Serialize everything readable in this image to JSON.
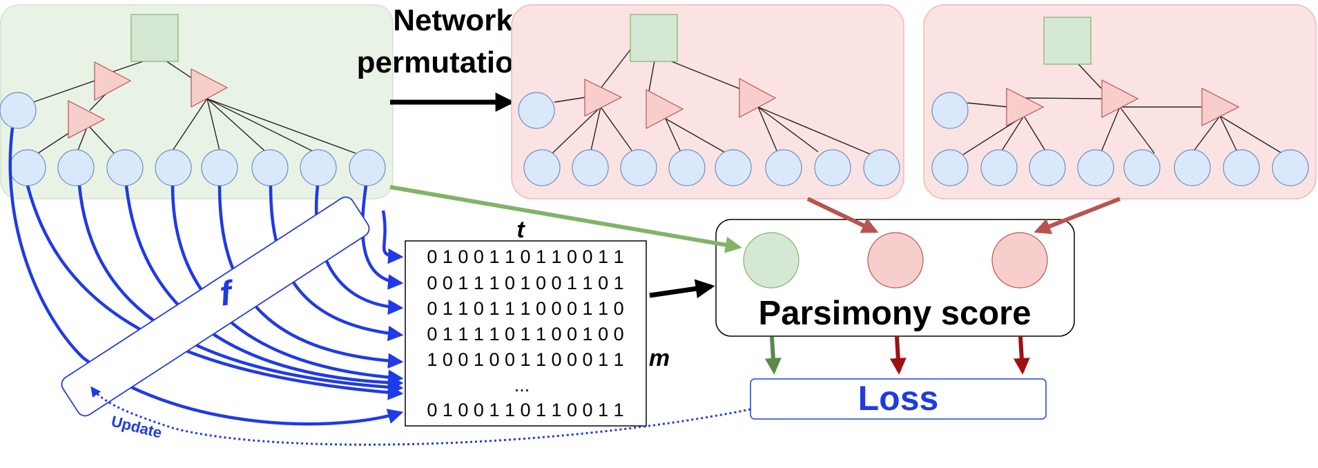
{
  "header": {
    "title_line1": "Network",
    "title_line2": "permutations"
  },
  "matrix": {
    "t_label": "t",
    "m_label": "m",
    "rows": [
      "0 1 0 0 1 1 0 1 1 0 0 1 1",
      "0 0 1 1 1 0 1 0 0 1 1 0 1",
      "0 1 1 0 1 1 1 0 0 0 1 1 0",
      "0 1 1 1 1 0 1 1 0 0 1 0 0",
      "1 0 0 1 0 0 1 1 0 0 0 1 1",
      "...",
      "0 1 0 0 1 1 0 1 1 0 0 1 1"
    ]
  },
  "f_block": {
    "label": "f"
  },
  "parsimony": {
    "label": "Parsimony score"
  },
  "loss": {
    "label": "Loss"
  },
  "update": {
    "label": "Update"
  },
  "colors": {
    "green_fill": "#d5e8d4",
    "green_stroke": "#82b366",
    "red_fill": "#f8cecc",
    "red_stroke": "#b85450",
    "panel_green": "#e8f3e6",
    "panel_red": "#fbe3e3",
    "leaf_fill": "#dae8fc",
    "leaf_stroke": "#6c8ebf",
    "blue": "#1f3ae8",
    "dark_red": "#a01010",
    "dark_green": "#5a8a4a"
  }
}
